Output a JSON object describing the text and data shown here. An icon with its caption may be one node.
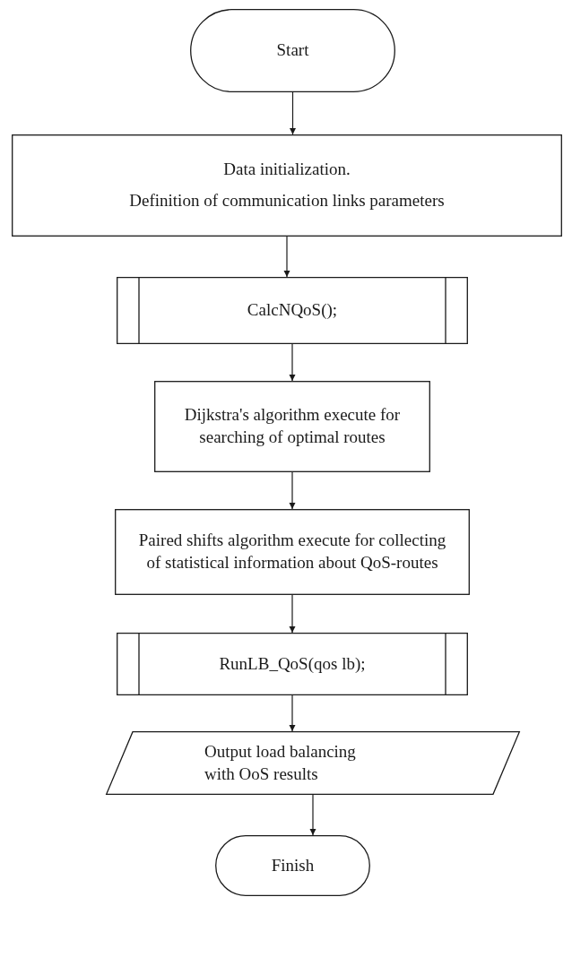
{
  "diagram": {
    "nodes": [
      {
        "text": [
          "Start"
        ]
      },
      {
        "text": [
          "Data initialization.",
          "Definition of communication links parameters"
        ]
      },
      {
        "text": [
          "CalcNQoS();"
        ]
      },
      {
        "text": [
          "Dijkstra's algorithm execute for searching of optimal routes"
        ]
      },
      {
        "text": [
          "Paired shifts algorithm execute for collecting of statistical information about QoS-routes"
        ]
      },
      {
        "text": [
          "RunLB_QoS(qos lb);"
        ]
      },
      {
        "text": [
          "Output load balancing with OoS results"
        ]
      },
      {
        "text": [
          "Finish"
        ]
      }
    ],
    "edges": [
      {
        "from": 0,
        "to": 1,
        "arrow": "to"
      },
      {
        "from": 1,
        "to": 2,
        "arrow": "to"
      },
      {
        "from": 2,
        "to": 3,
        "arrow": "to"
      },
      {
        "from": 3,
        "to": 4,
        "arrow": "to"
      },
      {
        "from": 4,
        "to": 5,
        "arrow": "to"
      },
      {
        "from": 5,
        "to": 6,
        "arrow": "to"
      },
      {
        "from": 6,
        "to": 7,
        "arrow": "to"
      }
    ]
  }
}
